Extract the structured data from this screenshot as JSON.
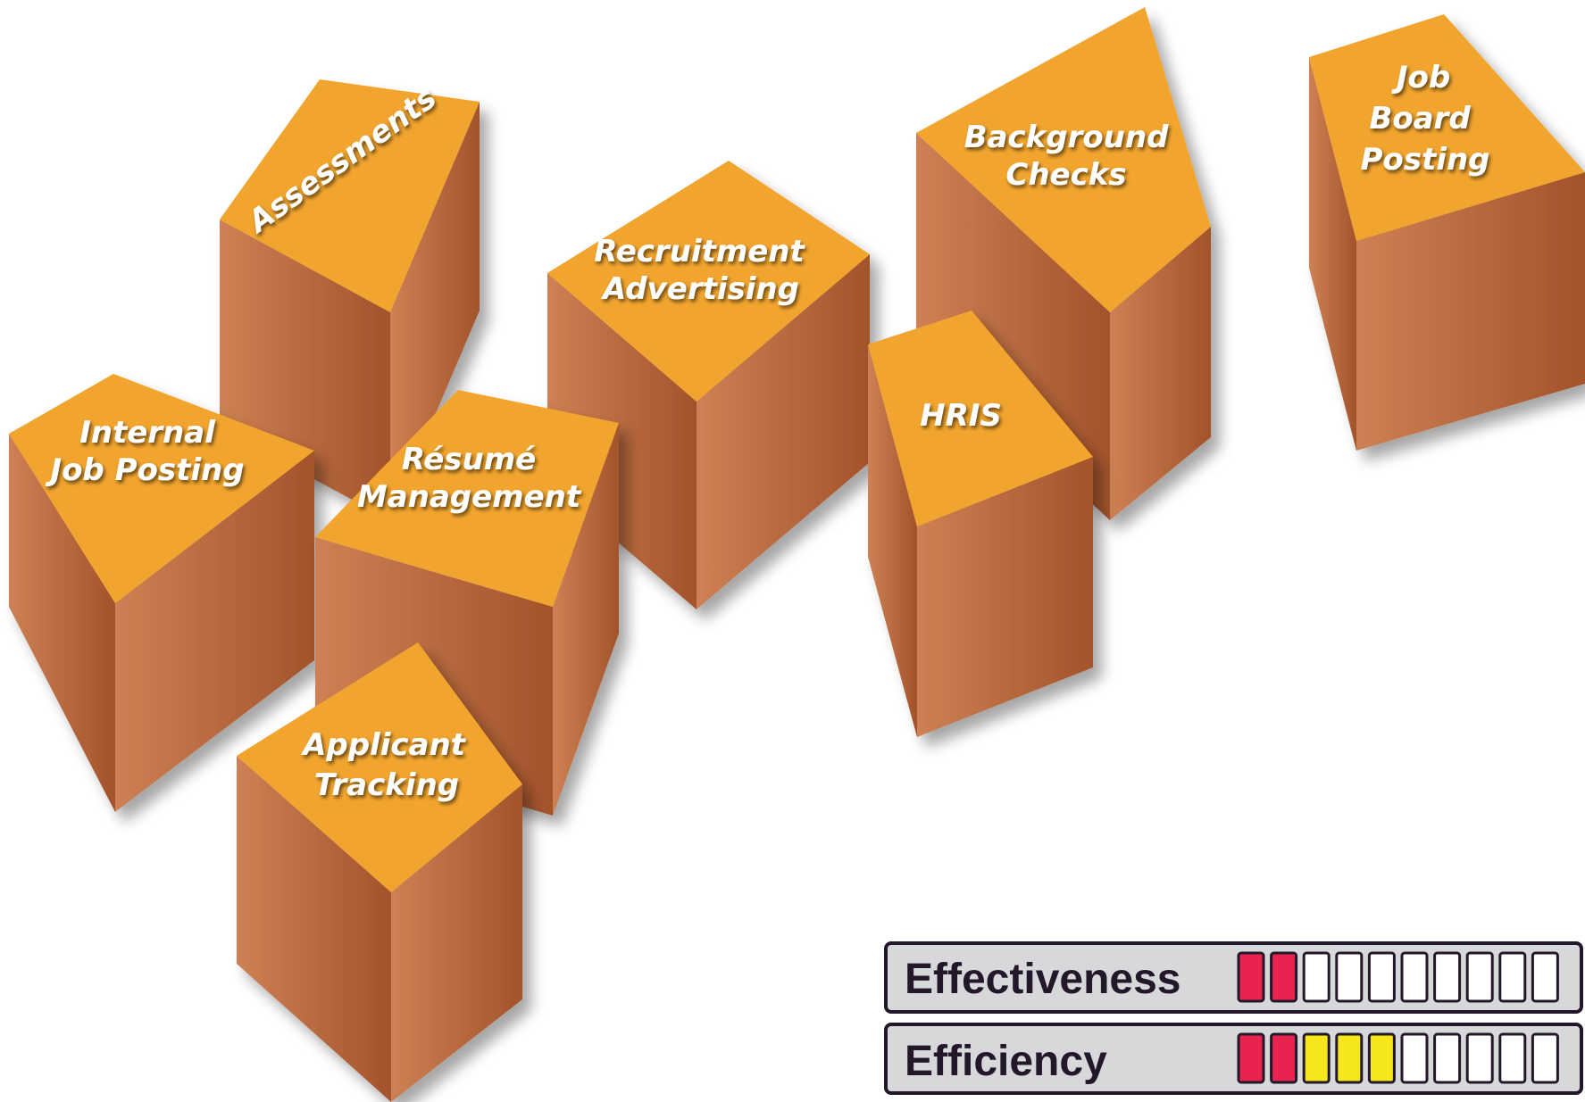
{
  "blocks": [
    {
      "id": "assessments",
      "lines": [
        "Assessments"
      ]
    },
    {
      "id": "internal-job-posting",
      "lines": [
        "Internal",
        "Job Posting"
      ]
    },
    {
      "id": "resume-management",
      "lines": [
        "Résumé",
        "Management"
      ]
    },
    {
      "id": "recruitment-advertising",
      "lines": [
        "Recruitment",
        "Advertising"
      ]
    },
    {
      "id": "background-checks",
      "lines": [
        "Background",
        "Checks"
      ]
    },
    {
      "id": "hris",
      "lines": [
        "HRIS"
      ]
    },
    {
      "id": "job-board-posting",
      "lines": [
        "Job",
        "Board",
        "Posting"
      ]
    },
    {
      "id": "applicant-tracking",
      "lines": [
        "Applicant",
        "Tracking"
      ]
    }
  ],
  "meters": [
    {
      "id": "effectiveness",
      "label": "Effectiveness",
      "total_cells": 10,
      "filled": [
        {
          "count": 2,
          "color": "#e8234f"
        }
      ]
    },
    {
      "id": "efficiency",
      "label": "Efficiency",
      "total_cells": 10,
      "filled": [
        {
          "count": 2,
          "color": "#e8234f"
        },
        {
          "count": 3,
          "color": "#f6e61c"
        }
      ]
    }
  ],
  "colors": {
    "top": "#f2a52e",
    "side_light": "#cc7e52",
    "side_dark": "#a5552d",
    "meter_bg": "#d7d8da",
    "meter_border": "#23182a"
  }
}
